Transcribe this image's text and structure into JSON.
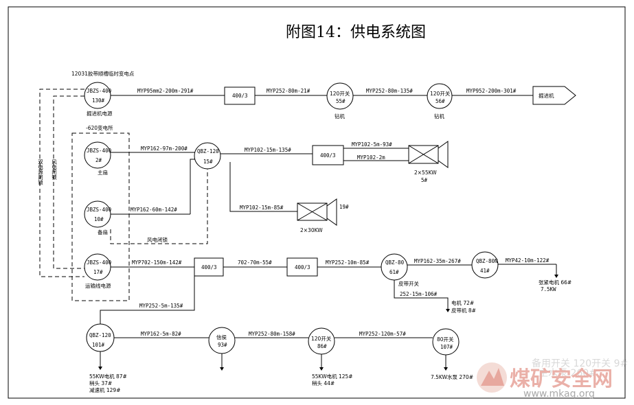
{
  "title": "附图14：供电系统图",
  "labels": {
    "top_station": "12031胶带顺槽临时变电点",
    "station_620": "-620变电所",
    "wind_lock_h": "风电闭锁",
    "wind_lock_v1": "双电源闭锁",
    "wind_lock_v2": "风电闭锁"
  },
  "nodes": {
    "n130": {
      "l1": "JBZS-400",
      "l2": "130#",
      "sub": "掘进机电源"
    },
    "sw_a": {
      "l1": "400/3"
    },
    "s120a": {
      "l1": "120开关",
      "l2": "55#",
      "sub": "钻机"
    },
    "s120b": {
      "l1": "120开关",
      "l2": "56#",
      "sub": "钻机"
    },
    "jjj": {
      "l1": "掘进机"
    },
    "n2": {
      "l1": "JBZS-400",
      "l2": "2#",
      "sub": "主扇"
    },
    "n10": {
      "l1": "JBZS-400",
      "l2": "10#",
      "sub": "备扇"
    },
    "n15": {
      "l1": "QBZ-120",
      "l2": "15#"
    },
    "sw_b": {
      "l1": "400/3"
    },
    "fan1": {
      "sub1": "2×55KW",
      "sub2": "5#"
    },
    "fan2": {
      "tag": "19#",
      "sub1": "2×30KW"
    },
    "n17": {
      "l1": "JBZS-400",
      "l2": "17#",
      "sub": "运输线电源"
    },
    "sw_c": {
      "l1": "400/3"
    },
    "sw_d": {
      "l1": "400/3"
    },
    "n61": {
      "l1": "QBZ-80",
      "l2": "61#",
      "sub": "皮带开关"
    },
    "n41": {
      "l1": "QBZ-80N",
      "l2": "41#"
    },
    "zjdj": {
      "l1": "张紧电机 66#",
      "l2": "7.5KW"
    },
    "pd": {
      "l1": "电机 72#",
      "l2": "皮带机 8#"
    },
    "n101": {
      "l1": "QBZ-120",
      "l2": "101#"
    },
    "gk": {
      "l1": "信侯",
      "l2": "93#"
    },
    "s120c": {
      "l1": "120开关",
      "l2": "86#"
    },
    "s80": {
      "l1": "80开关",
      "l2": "107#"
    },
    "load101": {
      "l1": "55KW电机 87#",
      "l2": "稍头 37#",
      "l3": "减速机 129#"
    },
    "load86": {
      "l1": "55KW电机 125#",
      "l2": "稍头 44#"
    },
    "load107": {
      "l1": "7.5KW水泵 270#"
    }
  },
  "cables": {
    "c1": "MYP95mm2-200m-291#",
    "c2": "MYP252-80m-21#",
    "c3": "MYP252-80m-135#",
    "c4": "MYP952-200m-301#",
    "c5": "MYP162-97m-200#",
    "c6": "MYP102-15m-135#",
    "c7": "MYP102-5m-93#",
    "c8": "MYP102-2m",
    "c9": "MYP162-60m-142#",
    "c10": "MYP102-15m-85#",
    "c11": "MYP702-150m-142#",
    "c12": "702-70m-55#",
    "c13": "MYP252-10m-85#",
    "c14": "MYP162-35m-267#",
    "c15": "MYP42-10m-122#",
    "c16": "252-15m-106#",
    "c17": "MYP252-5m-135#",
    "c18": "MYP162-5m-82#",
    "c19": "MYP252-80m-158#",
    "c20": "MYP252-120m-57#"
  },
  "watermark": {
    "text": "煤矿安全网",
    "url": "www.mkaq.org",
    "faint1": "备用开关 120开关 9#",
    "faint2": "主水泵 260#"
  }
}
